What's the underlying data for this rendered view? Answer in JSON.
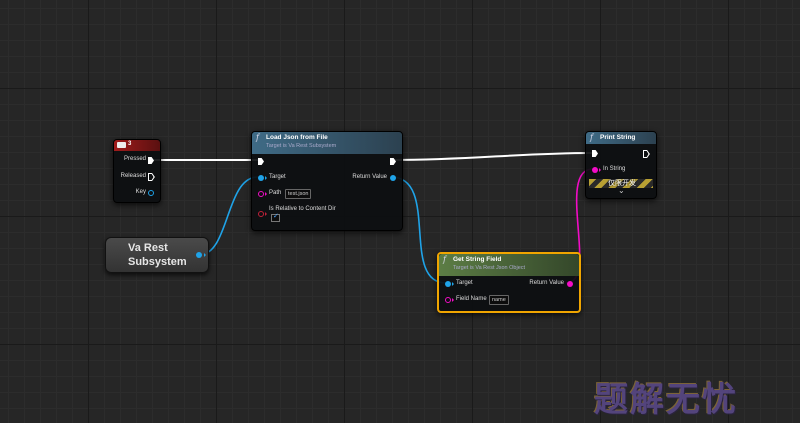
{
  "key_node": {
    "title": "3",
    "pins": {
      "pressed": "Pressed",
      "released": "Released",
      "key": "Key"
    }
  },
  "load_json_node": {
    "title": "Load Json from File",
    "subtitle": "Target is Va Rest Subsystem",
    "pins": {
      "target": "Target",
      "path": "Path",
      "path_value": "test.json",
      "relative": "Is Relative to Content Dir",
      "return_value": "Return Value"
    }
  },
  "var_node": {
    "label": "Va Rest Subsystem"
  },
  "get_string_node": {
    "title": "Get String Field",
    "subtitle": "Target is Va Rest Json Object",
    "pins": {
      "target": "Target",
      "field_name": "Field Name",
      "field_value": "name",
      "return_value": "Return Value"
    }
  },
  "print_string_node": {
    "title": "Print String",
    "pins": {
      "in_string": "In String"
    },
    "dev_only": "仅限开发",
    "expand": "⌄"
  },
  "watermark": "题解无忧",
  "colors": {
    "exec": "#ffffff",
    "object": "#1fa3e8",
    "string": "#f20cc6",
    "bool": "#c0203a",
    "key_header": "#8c1a1a",
    "func_header": "#3a5e78",
    "pure_header": "#4d6b3a",
    "selected": "#f0a500"
  },
  "icons": {
    "function": "function-icon",
    "key": "keyboard-icon"
  }
}
